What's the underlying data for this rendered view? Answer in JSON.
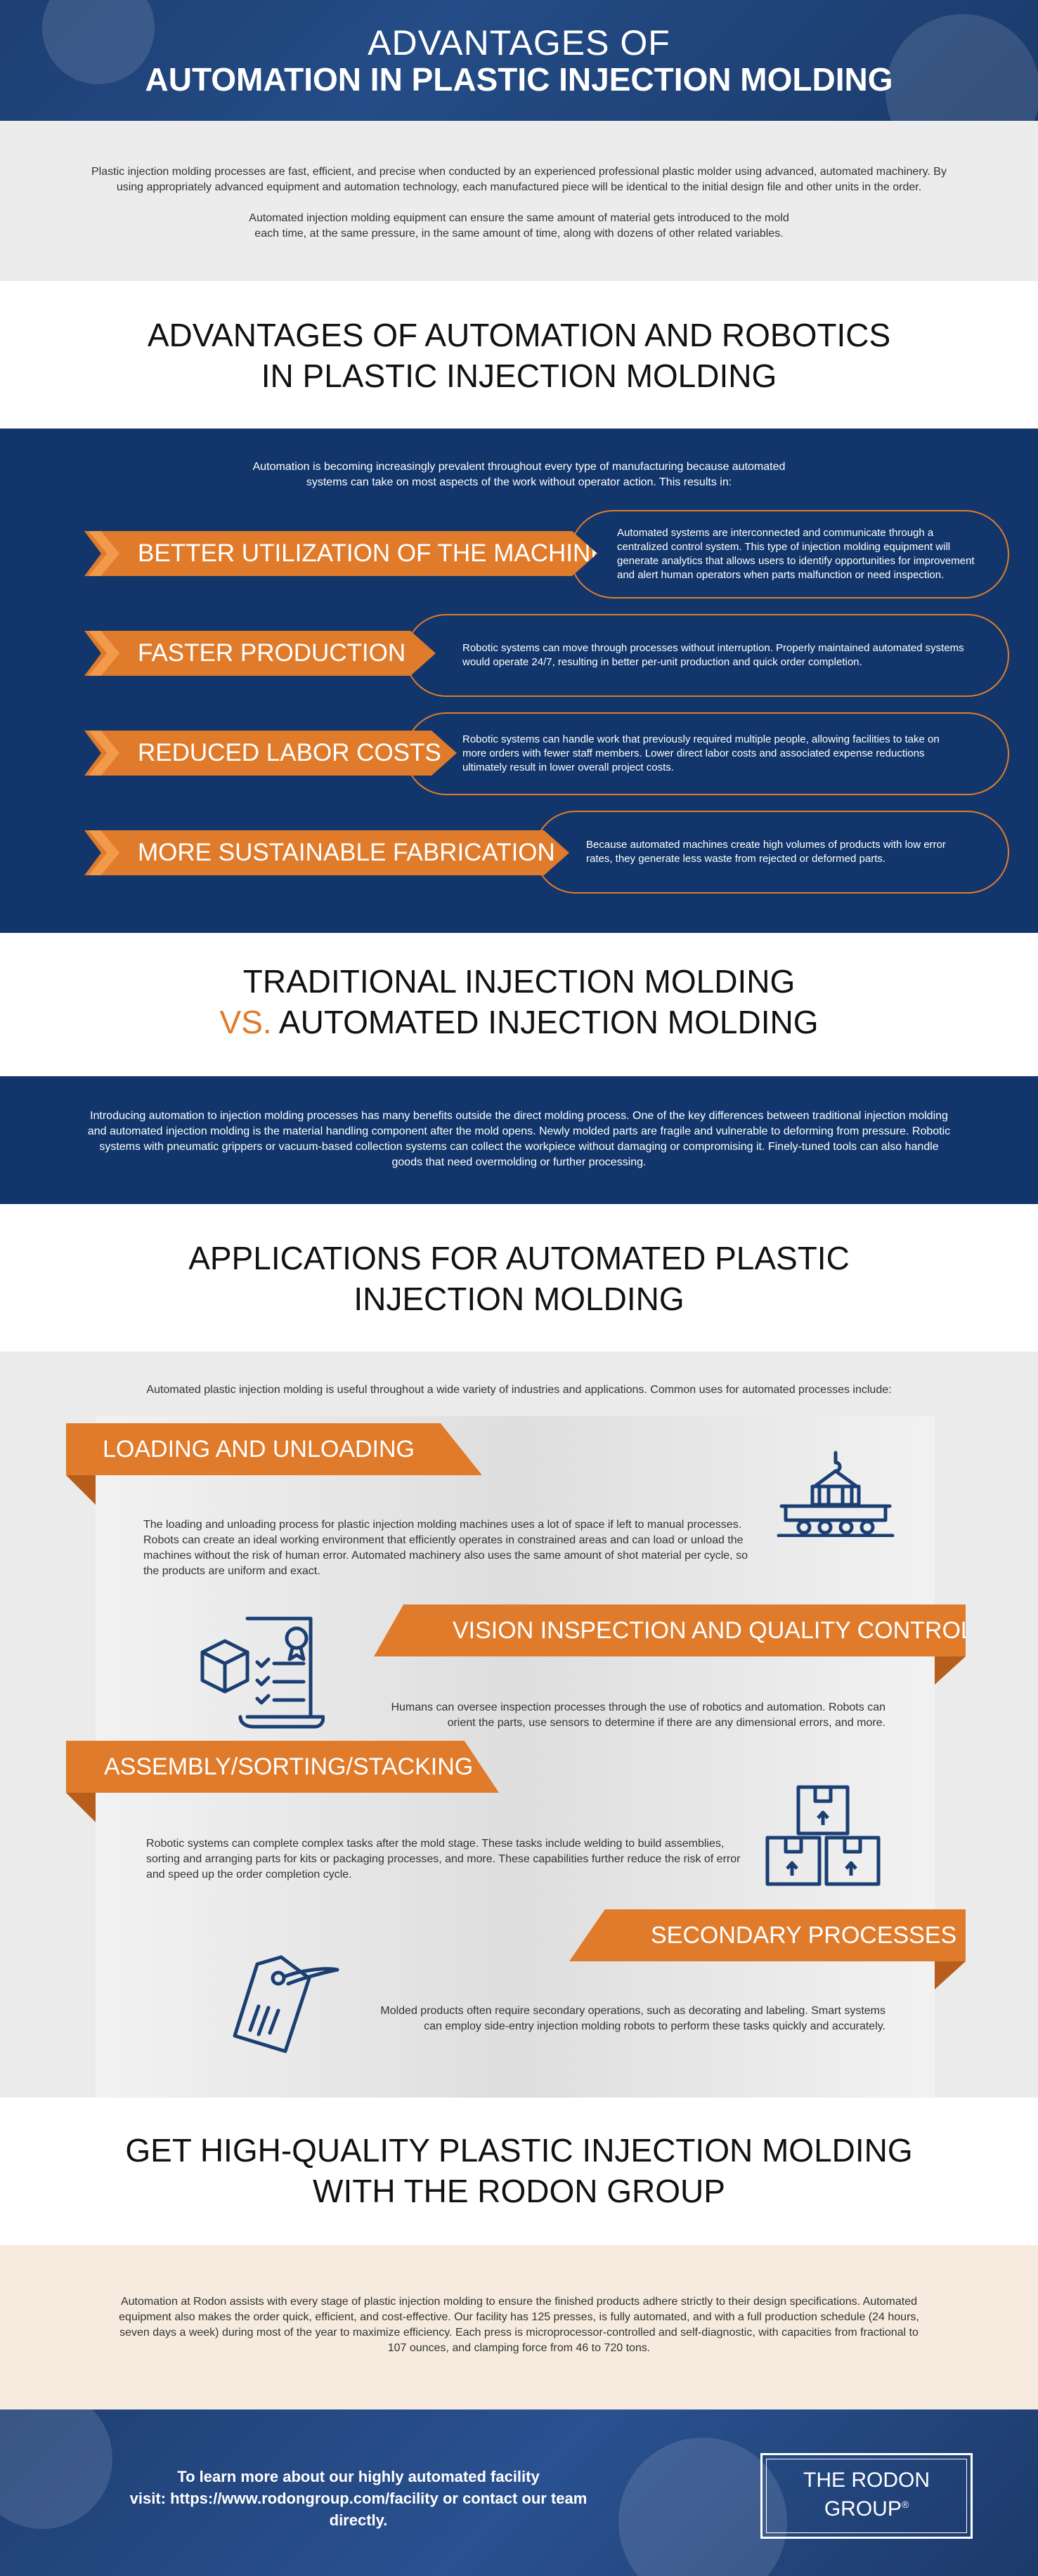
{
  "header": {
    "line1": "ADVANTAGES OF",
    "line2": "AUTOMATION IN PLASTIC INJECTION MOLDING"
  },
  "intro": {
    "p1": "Plastic injection molding processes are fast, efficient, and precise when conducted by an experienced professional plastic molder using advanced, automated machinery. By using appropriately advanced equipment and automation technology, each manufactured piece will be identical to the initial design file and other units in the order.",
    "p2": "Automated injection molding equipment can ensure the same amount of material gets introduced to the mold each time, at the same pressure, in the same amount of time, along with dozens of other related variables."
  },
  "advantages": {
    "title_line1": "ADVANTAGES OF AUTOMATION AND ROBOTICS",
    "title_line2": "IN PLASTIC INJECTION MOLDING",
    "lead": "Automation is becoming increasingly prevalent throughout every type of manufacturing because automated systems can take on most aspects of the work without operator action. This results in:",
    "items": [
      {
        "label": "BETTER UTILIZATION OF THE MACHINES",
        "text": "Automated systems are interconnected and communicate through a centralized control system. This type of injection molding equipment will generate analytics that allows users to identify opportunities for improvement and alert human operators when parts malfunction or need inspection."
      },
      {
        "label": "FASTER PRODUCTION",
        "text": "Robotic systems can move through processes without interruption. Properly maintained automated systems would operate 24/7, resulting in better per-unit production and quick order completion."
      },
      {
        "label": "REDUCED LABOR COSTS",
        "text": "Robotic systems can handle work that previously required multiple people, allowing facilities to take on more orders with fewer staff members. Lower direct labor costs and associated expense reductions ultimately result in lower overall project costs."
      },
      {
        "label": "MORE SUSTAINABLE FABRICATION",
        "text": "Because automated machines create high volumes of products with low error rates, they generate less waste from rejected or deformed parts."
      }
    ]
  },
  "traditional": {
    "title_line1": "TRADITIONAL INJECTION MOLDING",
    "vs": "VS.",
    "title_line2": "AUTOMATED INJECTION MOLDING",
    "text": "Introducing automation to injection molding processes has many benefits outside the direct molding process. One of the key differences between traditional injection molding and automated injection molding is the material handling component after the mold opens. Newly molded parts are fragile and vulnerable to deforming from pressure. Robotic systems with pneumatic grippers or vacuum-based collection systems can collect the workpiece without damaging or compromising it. Finely-tuned tools can also handle goods that need overmolding or further processing."
  },
  "applications": {
    "title_line1": "APPLICATIONS FOR AUTOMATED PLASTIC",
    "title_line2": "INJECTION MOLDING",
    "lead": "Automated plastic injection molding is useful throughout a wide variety of industries and applications. Common uses for automated processes include:",
    "items": [
      {
        "label": "LOADING AND UNLOADING",
        "icon": "crane-cart-icon",
        "text": "The loading and unloading process for plastic injection molding machines uses a lot of space if left to manual processes. Robots can create an ideal working environment that efficiently operates in constrained areas and can load or unload the machines without the risk of human error. Automated machinery also uses the same amount of shot material per cycle, so the products are uniform and exact."
      },
      {
        "label": "VISION INSPECTION AND QUALITY CONTROL",
        "icon": "quality-checklist-icon",
        "text": "Humans can oversee inspection processes through the use of robotics and automation. Robots can orient the parts, use sensors to determine if there are any dimensional errors, and more."
      },
      {
        "label": "ASSEMBLY/SORTING/STACKING",
        "icon": "stacked-boxes-icon",
        "text": "Robotic systems can complete complex tasks after the mold stage. These tasks include welding to build assemblies, sorting and arranging parts for kits or packaging processes, and more. These capabilities further reduce the risk of error and speed up the order completion cycle."
      },
      {
        "label": "SECONDARY PROCESSES",
        "icon": "price-tag-icon",
        "text": "Molded products often require secondary operations, such as decorating and labeling. Smart systems can employ side-entry injection molding robots to perform these tasks quickly and accurately."
      }
    ]
  },
  "get": {
    "title_line1": "GET HIGH-QUALITY PLASTIC INJECTION MOLDING",
    "title_line2": "WITH THE RODON GROUP",
    "text": "Automation at Rodon assists with every stage of plastic injection molding to ensure the finished products adhere strictly to their design specifications. Automated equipment also makes the order quick, efficient, and cost-effective. Our facility has 125 presses, is fully automated, and with a full production schedule (24 hours, seven days a week) during most of the year to maximize efficiency. Each press is microprocessor-controlled and self-diagnostic, with capacities from fractional to 107 ounces, and clamping force from 46 to 720 tons."
  },
  "footer": {
    "cta_line1": "To learn more about our highly automated facility",
    "cta_line2": "visit: https://www.rodongroup.com/facility or contact our team directly.",
    "logo_line1": "THE RODON",
    "logo_line2": "GROUP",
    "logo_mark": "®"
  },
  "colors": {
    "navy": "#12366b",
    "orange": "#e07b2c",
    "light_gray": "#ececec",
    "cream": "#f6ebde"
  }
}
